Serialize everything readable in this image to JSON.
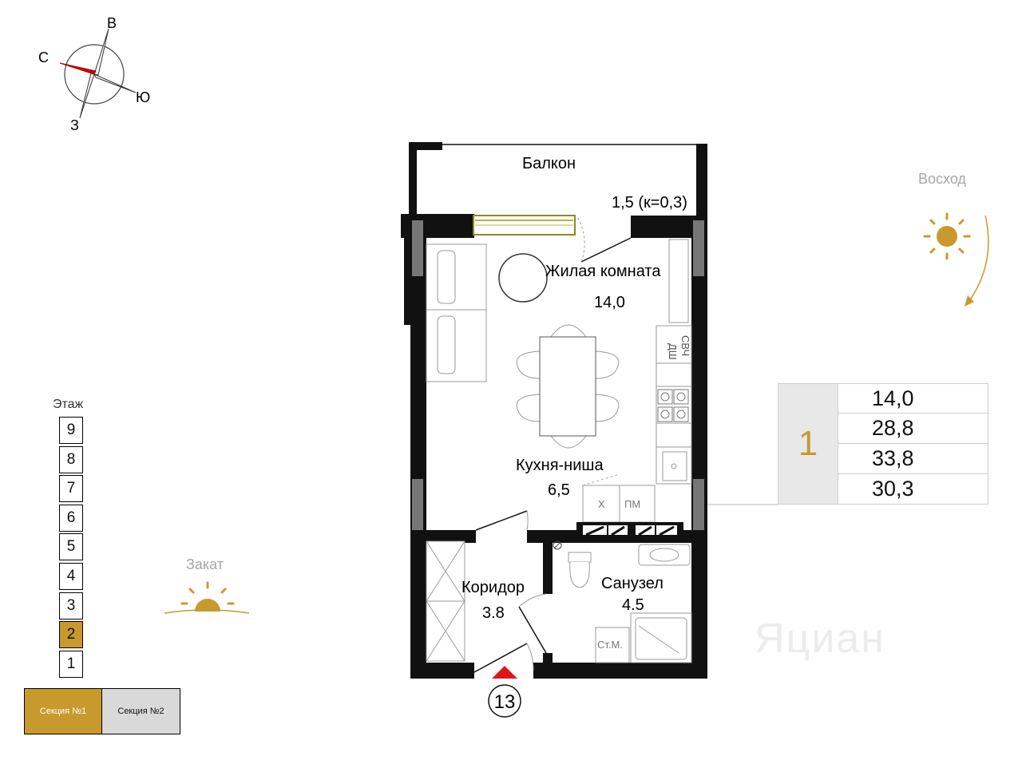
{
  "compass": {
    "north": "С",
    "east": "В",
    "south": "Ю",
    "west": "З",
    "needle_color": "#d60000"
  },
  "sunrise": {
    "label": "Восход",
    "color": "#c89a2e"
  },
  "sunset": {
    "label": "Закат",
    "color": "#c89a2e"
  },
  "floors": {
    "title": "Этаж",
    "items": [
      "9",
      "8",
      "7",
      "6",
      "5",
      "4",
      "3",
      "2",
      "1"
    ],
    "active": "2"
  },
  "sections": [
    {
      "label": "Секция №1",
      "active": true
    },
    {
      "label": "Секция №2",
      "active": false
    }
  ],
  "summary": {
    "room_count": "1",
    "areas": [
      "14,0",
      "28,8",
      "33,8",
      "30,3"
    ]
  },
  "plan": {
    "balcony": {
      "name": "Балкон",
      "area": "1,5 (к=0,3)"
    },
    "living": {
      "name": "Жилая комната",
      "area": "14,0"
    },
    "kitchen": {
      "name": "Кухня-ниша",
      "area": "6,5"
    },
    "corridor": {
      "name": "Коридор",
      "area": "3.8"
    },
    "bathroom": {
      "name": "Санузел",
      "area": "4.5"
    },
    "appliances": {
      "dishwasher": "ДШ",
      "microwave": "СВЧ",
      "fridge": "Х",
      "dish_machine": "ПМ",
      "washer": "Ст.М."
    },
    "apartment_number": "13",
    "entrance_marker_color": "#e0141d"
  },
  "watermark": "Яциан"
}
